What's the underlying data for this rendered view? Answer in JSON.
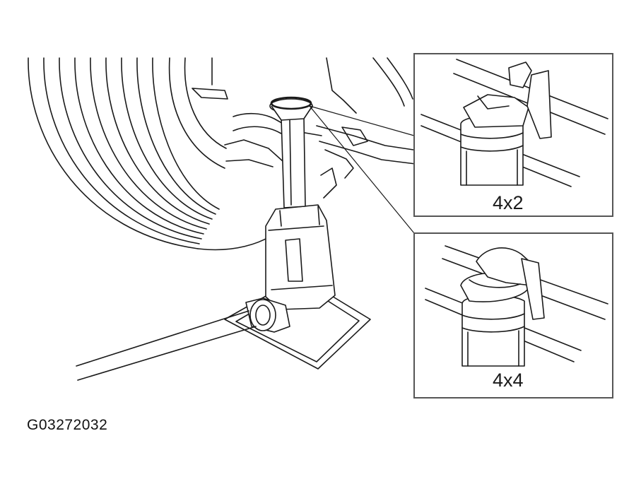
{
  "figure_id": "G03272032",
  "insets": [
    {
      "label": "4x2"
    },
    {
      "label": "4x4"
    }
  ]
}
